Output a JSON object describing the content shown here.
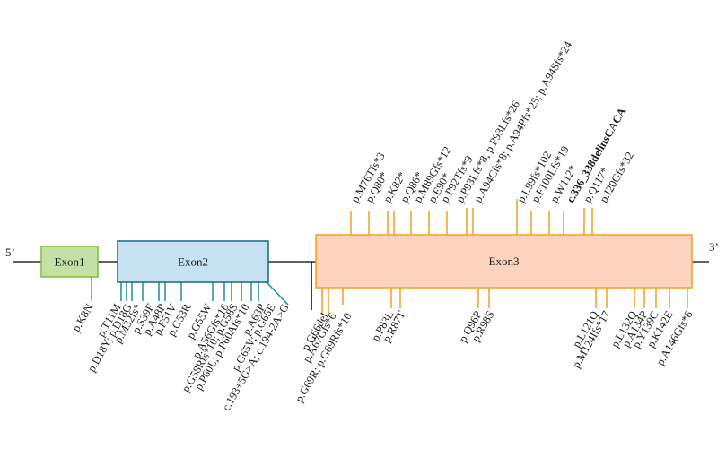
{
  "diagram": {
    "five_prime": "5’",
    "three_prime": "3’",
    "colors": {
      "exon1_fill": "#c5e0a5",
      "exon1_stroke": "#7dc44a",
      "exon2_fill": "#c6e2f2",
      "exon2_stroke": "#1f6f8b",
      "exon3_fill": "#fbd3bf",
      "exon3_stroke": "#f5a623",
      "backbone": "#000000",
      "exon1_lines": "#56b133",
      "exon2_lines": "#1d8aa0",
      "exon3_lines": "#f0a020",
      "intron_line": "#000000"
    },
    "exons": [
      {
        "id": "exon1",
        "label": "Exon1"
      },
      {
        "id": "exon2",
        "label": "Exon2"
      },
      {
        "id": "exon3",
        "label": "Exon3"
      }
    ],
    "top_mutations": [
      {
        "label": "p.M76Tfs*3"
      },
      {
        "label": "p.Q80*"
      },
      {
        "label": "p.K82*"
      },
      {
        "label": "p.Q86*"
      },
      {
        "label": "p.M89Gfs*12"
      },
      {
        "label": "p.E90*"
      },
      {
        "label": "p.P92Tfs*9"
      },
      {
        "label": "p.P93Lfs*8; p.P93Lfs*26"
      },
      {
        "label": "p.A94Cfs*8; p.A94Pfs*25; p.A94Sfs*24"
      },
      {
        "label": "p.L99fs*102"
      },
      {
        "label": "p.F100Lfs*19"
      },
      {
        "label": "p.W112*"
      },
      {
        "label": "c.336_338delinsCACA",
        "bold": true
      },
      {
        "label": "p.Q117*"
      },
      {
        "label": "p.I20Gfs*32"
      }
    ],
    "bottom_mutations": [
      {
        "label": "p.K8N"
      },
      {
        "label": "p.T11M"
      },
      {
        "label": "p.D18Y; p.D18G"
      },
      {
        "label": "p.M32fs*"
      },
      {
        "label": "p.S39F"
      },
      {
        "label": "p.A48P"
      },
      {
        "label": "p.F51V"
      },
      {
        "label": "p.G53R"
      },
      {
        "label": "p.G55W"
      },
      {
        "label": "p.A56Gfs*16"
      },
      {
        "label": "p.G58Rfs*10; p.G58S"
      },
      {
        "label": "p.P60L; p.P60Afs*10"
      },
      {
        "label": "p.A63P"
      },
      {
        "label": "p.G65V; p.G65E"
      },
      {
        "label": "c.193+5G>A; c.194-2A>G"
      },
      {
        "label": "p.G66del"
      },
      {
        "label": "p.A67Gfs*6"
      },
      {
        "label": "p.G69R; p.G69Rfs*10"
      },
      {
        "label": "p.P83L"
      },
      {
        "label": "p.R87T"
      },
      {
        "label": "p.Q96P"
      },
      {
        "label": "p.R98S"
      },
      {
        "label": "p.L121Q"
      },
      {
        "label": "p.M124Ifs*17"
      },
      {
        "label": "p.L132Q"
      },
      {
        "label": "p.A134P"
      },
      {
        "label": "p.Y139C"
      },
      {
        "label": "p.K142E"
      },
      {
        "label": "p.A146Gfs*6"
      }
    ]
  }
}
